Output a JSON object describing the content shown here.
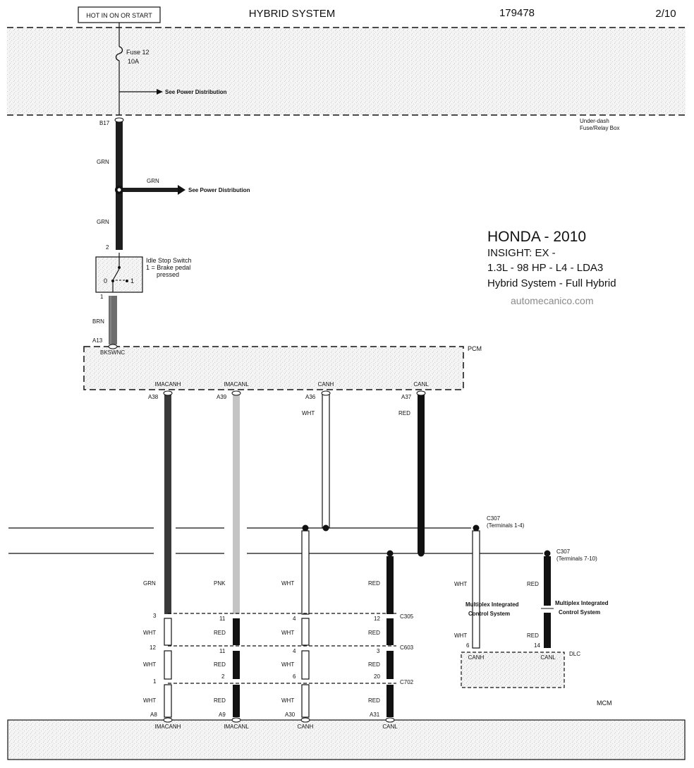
{
  "header": {
    "power_label": "HOT IN ON OR START",
    "title": "HYBRID SYSTEM",
    "doc_number": "179478",
    "page": "2/10"
  },
  "vehicle": {
    "make_year": "HONDA - 2010",
    "model": "INSIGHT: EX -",
    "engine": "1.3L - 98 HP - L4 - LDA3",
    "system": "Hybrid System - Full Hybrid",
    "watermark": "automecanico.com"
  },
  "fuse_box": {
    "fuse_name": "Fuse 12",
    "fuse_rating": "10A",
    "see_power": "See Power Distribution",
    "label_line1": "Under-dash",
    "label_line2": "Fuse/Relay Box",
    "terminal": "B17"
  },
  "feed": {
    "wire_top": "GRN",
    "branch_wire": "GRN",
    "branch_see_power": "See Power Distribution",
    "wire_bottom": "GRN"
  },
  "switch": {
    "pin_top": "2",
    "name": "Idle Stop Switch",
    "note_line1": "1 = Brake pedal",
    "note_line2": "pressed",
    "pos0": "0",
    "pos1": "1",
    "pin_bottom": "1",
    "wire_out": "BRN"
  },
  "pcm": {
    "label": "PCM",
    "pin_in": "A13",
    "pin_in_name": "BKSWNC",
    "pins": [
      {
        "name": "IMACANH",
        "pin": "A38",
        "wire": ""
      },
      {
        "name": "IMACANL",
        "pin": "A39",
        "wire": ""
      },
      {
        "name": "CANH",
        "pin": "A36",
        "wire": "WHT"
      },
      {
        "name": "CANL",
        "pin": "A37",
        "wire": "RED"
      }
    ]
  },
  "junction": {
    "c307_14": "C307",
    "c307_14_sub": "(Terminals 1-4)",
    "c307_710": "C307",
    "c307_710_sub": "(Terminals 7-10)"
  },
  "harness": {
    "wires_row1": [
      "GRN",
      "PNK",
      "WHT",
      "RED"
    ],
    "c305": {
      "label": "C305",
      "pins": [
        "3",
        "11",
        "4",
        "12"
      ]
    },
    "wires_row2": [
      "WHT",
      "RED",
      "WHT",
      "RED"
    ],
    "c603": {
      "label": "C603",
      "pins": [
        "12",
        "11",
        "4",
        "3"
      ]
    },
    "wires_row3": [
      "WHT",
      "RED",
      "WHT",
      "RED"
    ],
    "c702": {
      "label": "C702",
      "pins": [
        "1",
        "2",
        "6",
        "20"
      ]
    },
    "wires_row4": [
      "WHT",
      "RED",
      "WHT",
      "RED"
    ],
    "mcm_pins": [
      "A8",
      "A9",
      "A30",
      "A31"
    ],
    "mcm_names": [
      "IMACANH",
      "IMACANL",
      "CANH",
      "CANL"
    ]
  },
  "dlc_branch": {
    "wire_h": "WHT",
    "wire_l": "RED",
    "mics_line1": "Multiplex Integrated",
    "mics_line2": "Control System",
    "mics2_line1": "Multiplex Integrated",
    "mics2_line2": "Control System",
    "wire_h_low": "WHT",
    "wire_l_low": "RED",
    "pin_h": "6",
    "pin_l": "14",
    "dlc_label": "DLC",
    "dlc_h": "CANH",
    "dlc_l": "CANL"
  },
  "mcm": {
    "label": "MCM"
  }
}
